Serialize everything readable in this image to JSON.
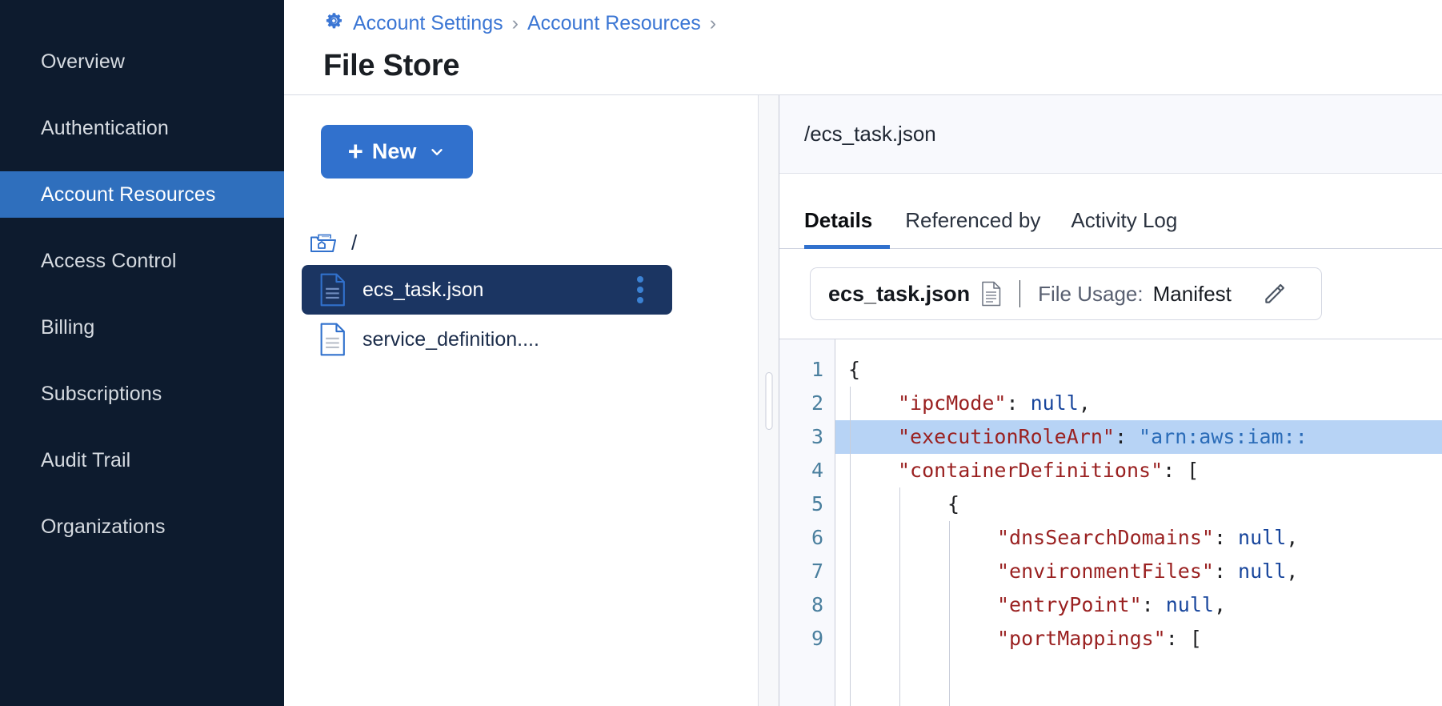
{
  "sidebar": {
    "items": [
      {
        "label": "Overview",
        "active": false
      },
      {
        "label": "Authentication",
        "active": false
      },
      {
        "label": "Account Resources",
        "active": true
      },
      {
        "label": "Access Control",
        "active": false
      },
      {
        "label": "Billing",
        "active": false
      },
      {
        "label": "Subscriptions",
        "active": false
      },
      {
        "label": "Audit Trail",
        "active": false
      },
      {
        "label": "Organizations",
        "active": false
      }
    ]
  },
  "header": {
    "breadcrumb": [
      {
        "label": "Account Settings",
        "icon": "gear-icon"
      },
      {
        "label": "Account Resources",
        "icon": ""
      }
    ],
    "separator": "›",
    "title": "File Store"
  },
  "tree_panel": {
    "new_button": {
      "plus": "+",
      "label": "New",
      "caret": "chevron-down-icon"
    },
    "root": {
      "label": "/",
      "icon": "folder-home-icon"
    },
    "files": [
      {
        "label": "ecs_task.json",
        "icon": "file-json-icon",
        "selected": true,
        "menu": "kebab-menu-icon"
      },
      {
        "label": "service_definition....",
        "icon": "file-icon",
        "selected": false,
        "menu": ""
      }
    ]
  },
  "detail": {
    "path": "/ecs_task.json",
    "tabs": [
      {
        "label": "Details",
        "active": true
      },
      {
        "label": "Referenced by",
        "active": false
      },
      {
        "label": "Activity Log",
        "active": false
      }
    ],
    "usage_card": {
      "file_name": "ecs_task.json",
      "file_icon": "document-icon",
      "usage_label": "File Usage:",
      "usage_value": "Manifest",
      "edit_icon": "pencil-icon"
    }
  },
  "editor": {
    "line_numbers": [
      "1",
      "2",
      "3",
      "4",
      "5",
      "6",
      "7",
      "8",
      "9"
    ],
    "lines": [
      {
        "n": 1,
        "indent": 0,
        "highlight": false,
        "tokens": [
          {
            "t": "{",
            "c": "p"
          }
        ]
      },
      {
        "n": 2,
        "indent": 1,
        "highlight": false,
        "tokens": [
          {
            "t": "\"ipcMode\"",
            "c": "k"
          },
          {
            "t": ": ",
            "c": "p"
          },
          {
            "t": "null",
            "c": "nl"
          },
          {
            "t": ",",
            "c": "p"
          }
        ]
      },
      {
        "n": 3,
        "indent": 1,
        "highlight": true,
        "tokens": [
          {
            "t": "\"executionRoleArn\"",
            "c": "k"
          },
          {
            "t": ": ",
            "c": "p"
          },
          {
            "t": "\"arn:aws:iam::",
            "c": "s"
          }
        ]
      },
      {
        "n": 4,
        "indent": 1,
        "highlight": false,
        "tokens": [
          {
            "t": "\"containerDefinitions\"",
            "c": "k"
          },
          {
            "t": ": [",
            "c": "p"
          }
        ]
      },
      {
        "n": 5,
        "indent": 2,
        "highlight": false,
        "tokens": [
          {
            "t": "{",
            "c": "p"
          }
        ]
      },
      {
        "n": 6,
        "indent": 3,
        "highlight": false,
        "tokens": [
          {
            "t": "\"dnsSearchDomains\"",
            "c": "k"
          },
          {
            "t": ": ",
            "c": "p"
          },
          {
            "t": "null",
            "c": "nl"
          },
          {
            "t": ",",
            "c": "p"
          }
        ]
      },
      {
        "n": 7,
        "indent": 3,
        "highlight": false,
        "tokens": [
          {
            "t": "\"environmentFiles\"",
            "c": "k"
          },
          {
            "t": ": ",
            "c": "p"
          },
          {
            "t": "null",
            "c": "nl"
          },
          {
            "t": ",",
            "c": "p"
          }
        ]
      },
      {
        "n": 8,
        "indent": 3,
        "highlight": false,
        "tokens": [
          {
            "t": "\"entryPoint\"",
            "c": "k"
          },
          {
            "t": ": ",
            "c": "p"
          },
          {
            "t": "null",
            "c": "nl"
          },
          {
            "t": ",",
            "c": "p"
          }
        ]
      },
      {
        "n": 9,
        "indent": 3,
        "highlight": false,
        "tokens": [
          {
            "t": "\"portMappings\"",
            "c": "k"
          },
          {
            "t": ": [",
            "c": "p"
          }
        ]
      }
    ]
  },
  "colors": {
    "sidebar_bg": "#0d1b2e",
    "accent": "#3171cd",
    "active_nav": "#2f6fbd",
    "selected_file": "#1b3562",
    "highlight_line": "#b7d3f5",
    "json_key": "#9a2121",
    "json_null": "#17459c",
    "json_string": "#2b6cb8"
  }
}
